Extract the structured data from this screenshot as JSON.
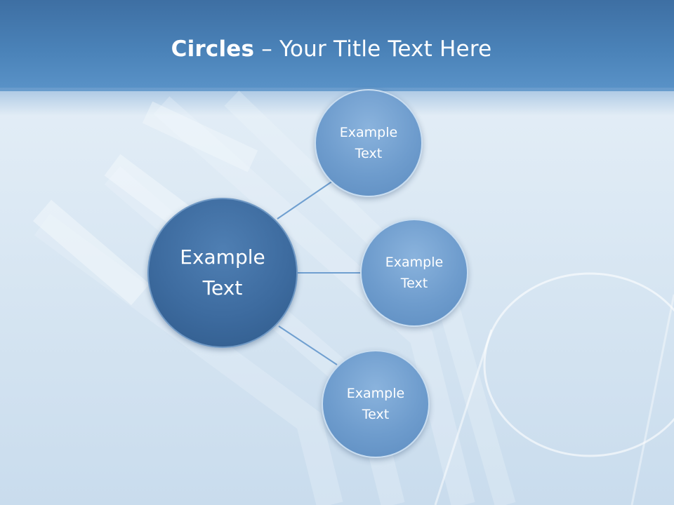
{
  "title": {
    "bold": "Circles",
    "rest": " – Your Title Text Here"
  },
  "diagram": {
    "center": {
      "label": "Example Text"
    },
    "satellites": [
      {
        "label": "Example Text"
      },
      {
        "label": "Example Text"
      },
      {
        "label": "Example Text"
      }
    ]
  },
  "colors": {
    "header": "#4a82b8",
    "main_circle": "#3d6b9f",
    "satellite_circle": "#6e9ccd",
    "connector": "#6f9fd0"
  }
}
